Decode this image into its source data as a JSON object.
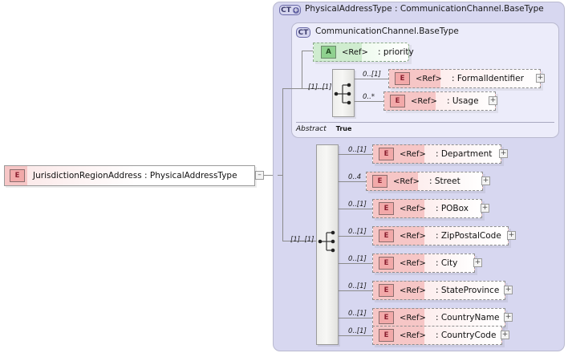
{
  "diagram": {
    "type": "xsd-schema-diagram",
    "root_element": {
      "icon": "E",
      "label": "JurisdictionRegionAddress : PhysicalAddressType",
      "name": "JurisdictionRegionAddress",
      "datatype": "PhysicalAddressType",
      "expander": "–"
    },
    "outer_type": {
      "badge": "CT",
      "badge_plus": "+",
      "title": "PhysicalAddressType : CommunicationChannel.BaseType"
    },
    "base_type": {
      "badge": "CT",
      "title": "CommunicationChannel.BaseType",
      "abstract_key": "Abstract",
      "abstract_value": "True",
      "attribute": {
        "icon": "A",
        "ref": "<Ref>",
        "name": ": priority"
      },
      "sequence_cardinality": "[1]..[1]",
      "children": [
        {
          "icon": "E",
          "ref": "<Ref>",
          "name": ": FormalIdentifier",
          "cardinality": "0..[1]",
          "expander": "+"
        },
        {
          "icon": "E",
          "ref": "<Ref>",
          "name": ": Usage",
          "cardinality": "0..*",
          "expander": "+"
        }
      ]
    },
    "main_sequence": {
      "cardinality": "[1]..[1]",
      "children": [
        {
          "icon": "E",
          "ref": "<Ref>",
          "name": ": Department",
          "cardinality": "0..[1]",
          "expander": "+"
        },
        {
          "icon": "E",
          "ref": "<Ref>",
          "name": ": Street",
          "cardinality": "0..4",
          "expander": "+"
        },
        {
          "icon": "E",
          "ref": "<Ref>",
          "name": ": POBox",
          "cardinality": "0..[1]",
          "expander": "+"
        },
        {
          "icon": "E",
          "ref": "<Ref>",
          "name": ": ZipPostalCode",
          "cardinality": "0..[1]",
          "expander": "+"
        },
        {
          "icon": "E",
          "ref": "<Ref>",
          "name": ": City",
          "cardinality": "0..[1]",
          "expander": "+"
        },
        {
          "icon": "E",
          "ref": "<Ref>",
          "name": ": StateProvince",
          "cardinality": "0..[1]",
          "expander": "+"
        },
        {
          "icon": "E",
          "ref": "<Ref>",
          "name": ": CountryName",
          "cardinality": "0..[1]",
          "expander": "+"
        },
        {
          "icon": "E",
          "ref": "<Ref>",
          "name": ": CountryCode",
          "cardinality": "0..[1]",
          "expander": "+"
        }
      ]
    },
    "colors": {
      "outer_background": "#d7d7f0",
      "inner_background": "#ececfa",
      "element_pink": "#f6c6c6",
      "attribute_green": "#cfeccf",
      "badge_blue": "#6a6aa8",
      "connector": "#8b8b8b"
    }
  }
}
